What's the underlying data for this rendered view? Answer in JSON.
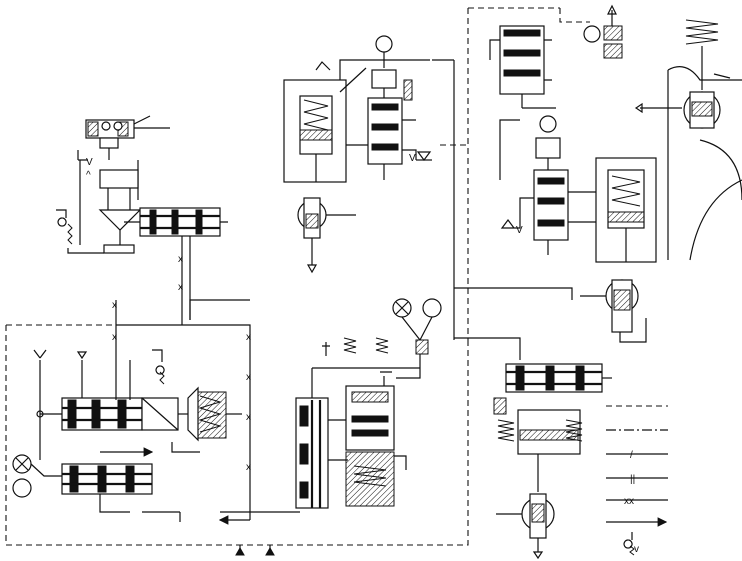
{
  "legend": {
    "entries": [
      {
        "style": "dashed",
        "glyph": ""
      },
      {
        "style": "dash-dot",
        "glyph": ""
      },
      {
        "style": "slash-hatched",
        "glyph": "/"
      },
      {
        "style": "double-tick",
        "glyph": "||"
      },
      {
        "style": "x-marked",
        "glyph": "xx"
      },
      {
        "style": "solid-arrow",
        "glyph": ""
      },
      {
        "style": "spring-symbol",
        "glyph": ""
      },
      {
        "style": "check-symbol",
        "glyph": "v"
      }
    ]
  },
  "symbols": {
    "throttle_mark": "V",
    "check_mark": "^",
    "cross_mark": "x"
  }
}
